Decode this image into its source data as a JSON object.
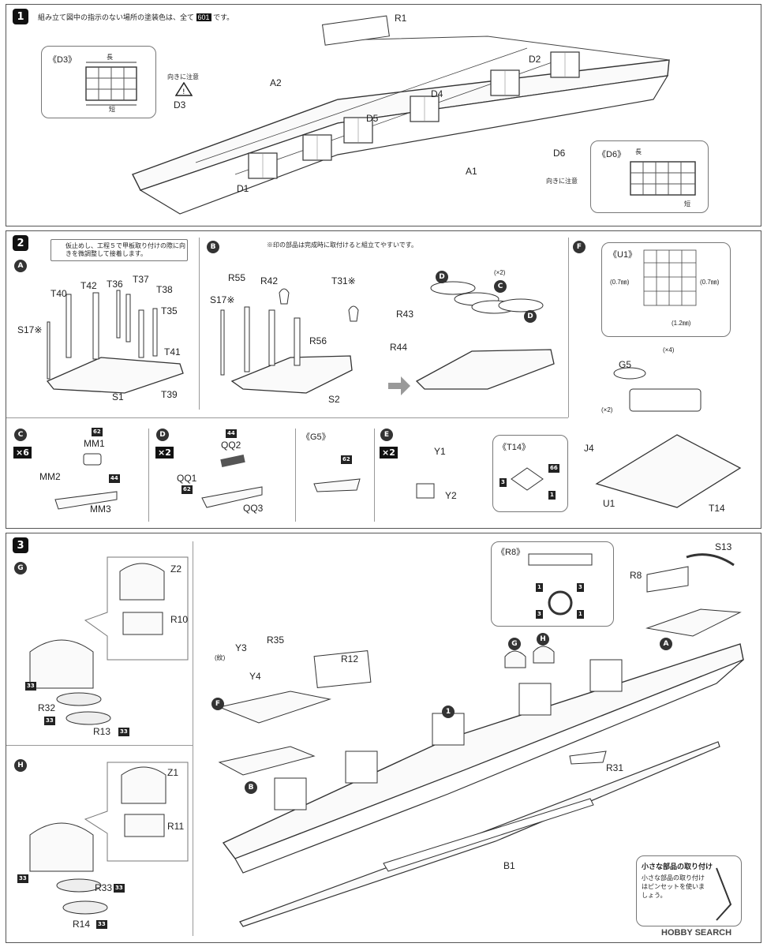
{
  "step1": {
    "num": "1",
    "note": "組み立て図中の指示のない場所の塗装色は、全て",
    "note_code": "601",
    "note_end": "です。",
    "inset_d3": {
      "title": "《D3》",
      "long": "長",
      "short": "短"
    },
    "inset_d6": {
      "title": "《D6》",
      "long": "長",
      "short": "短"
    },
    "caution": "向きに注意",
    "parts": [
      "R1",
      "A2",
      "D2",
      "D4",
      "D5",
      "D3",
      "D6",
      "A1",
      "D1"
    ]
  },
  "step2": {
    "num": "2",
    "note_a": "仮止めし、工程５で甲板取り付けの際に向きを微調整して接着します。",
    "note_b": "※印の部品は完成時に取付けると組立てやすいです。",
    "sub_a": {
      "letter": "A",
      "parts": [
        "T40",
        "T42",
        "T36",
        "T37",
        "T38",
        "T35",
        "S17※",
        "T41",
        "S1",
        "T39"
      ]
    },
    "sub_b": {
      "letter": "B",
      "parts": [
        "R55",
        "R42",
        "T31※",
        "S17※",
        "R56",
        "S2",
        "R43",
        "R44"
      ],
      "x2": "(×2)"
    },
    "sub_f": {
      "letter": "F",
      "u1_title": "《U1》",
      "d07": "(0.7㎜)",
      "d12": "(1.2㎜)",
      "parts": [
        "G5",
        "J4",
        "U1",
        "T14"
      ],
      "x4": "(×4)",
      "x2": "(×2)"
    },
    "sub_c": {
      "letter": "C",
      "count": "×6",
      "parts": [
        "MM1",
        "MM2",
        "MM3"
      ],
      "codes": [
        "62",
        "44"
      ]
    },
    "sub_d": {
      "letter": "D",
      "count": "×2",
      "parts": [
        "QQ2",
        "QQ1",
        "QQ3"
      ],
      "codes": [
        "44",
        "62"
      ]
    },
    "sub_g5": {
      "title": "《G5》",
      "code": "62"
    },
    "sub_e": {
      "letter": "E",
      "count": "×2",
      "parts": [
        "Y1",
        "Y2"
      ]
    },
    "sub_t14": {
      "title": "《T14》",
      "codes": [
        "3",
        "66",
        "1"
      ]
    }
  },
  "step3": {
    "num": "3",
    "sub_g": {
      "letter": "G",
      "parts": [
        "Z2",
        "R10",
        "R32",
        "R13"
      ],
      "code": "33"
    },
    "sub_h": {
      "letter": "H",
      "parts": [
        "Z1",
        "R11",
        "R33",
        "R14"
      ],
      "code": "33"
    },
    "r8": {
      "title": "《R8》",
      "codes": [
        "1",
        "3"
      ]
    },
    "parts": [
      "S13",
      "R8",
      "R35",
      "R12",
      "Y3",
      "Y4",
      "R31",
      "B1"
    ],
    "y3_note": "(紋)",
    "tip_title": "小さな部品の取り付け",
    "tip_body": "小さな部品の取り付けはピンセットを使いましょう。"
  },
  "watermark": "HOBBY SEARCH"
}
